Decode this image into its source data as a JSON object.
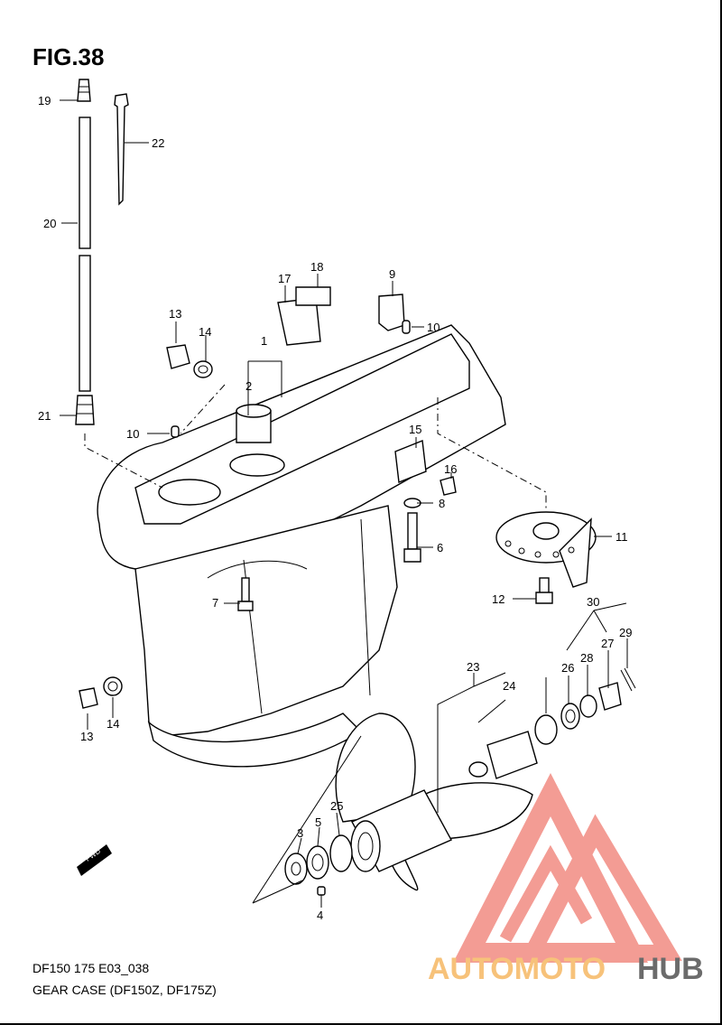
{
  "figure": {
    "title": "FIG.38",
    "code": "DF150 175 E03_038",
    "description": "GEAR CASE (DF150Z, DF175Z)"
  },
  "callouts": {
    "c1": "1",
    "c2": "2",
    "c3": "3",
    "c4": "4",
    "c5": "5",
    "c6": "6",
    "c7": "7",
    "c8": "8",
    "c9": "9",
    "c10a": "10",
    "c10b": "10",
    "c11": "11",
    "c12": "12",
    "c13a": "13",
    "c13b": "13",
    "c14a": "14",
    "c14b": "14",
    "c15": "15",
    "c16": "16",
    "c17": "17",
    "c18": "18",
    "c19": "19",
    "c20": "20",
    "c21": "21",
    "c22": "22",
    "c23": "23",
    "c24": "24",
    "c25": "25",
    "c26": "26",
    "c27": "27",
    "c28": "28",
    "c29": "29",
    "c30": "30"
  },
  "fwd_badge": "FWD",
  "watermark": {
    "part1": "AUTOMOTO",
    "part2": "HUB",
    "color_main": "#f28b82",
    "color_accent": "#f7c27a",
    "color_dark": "#6b6b6b"
  }
}
